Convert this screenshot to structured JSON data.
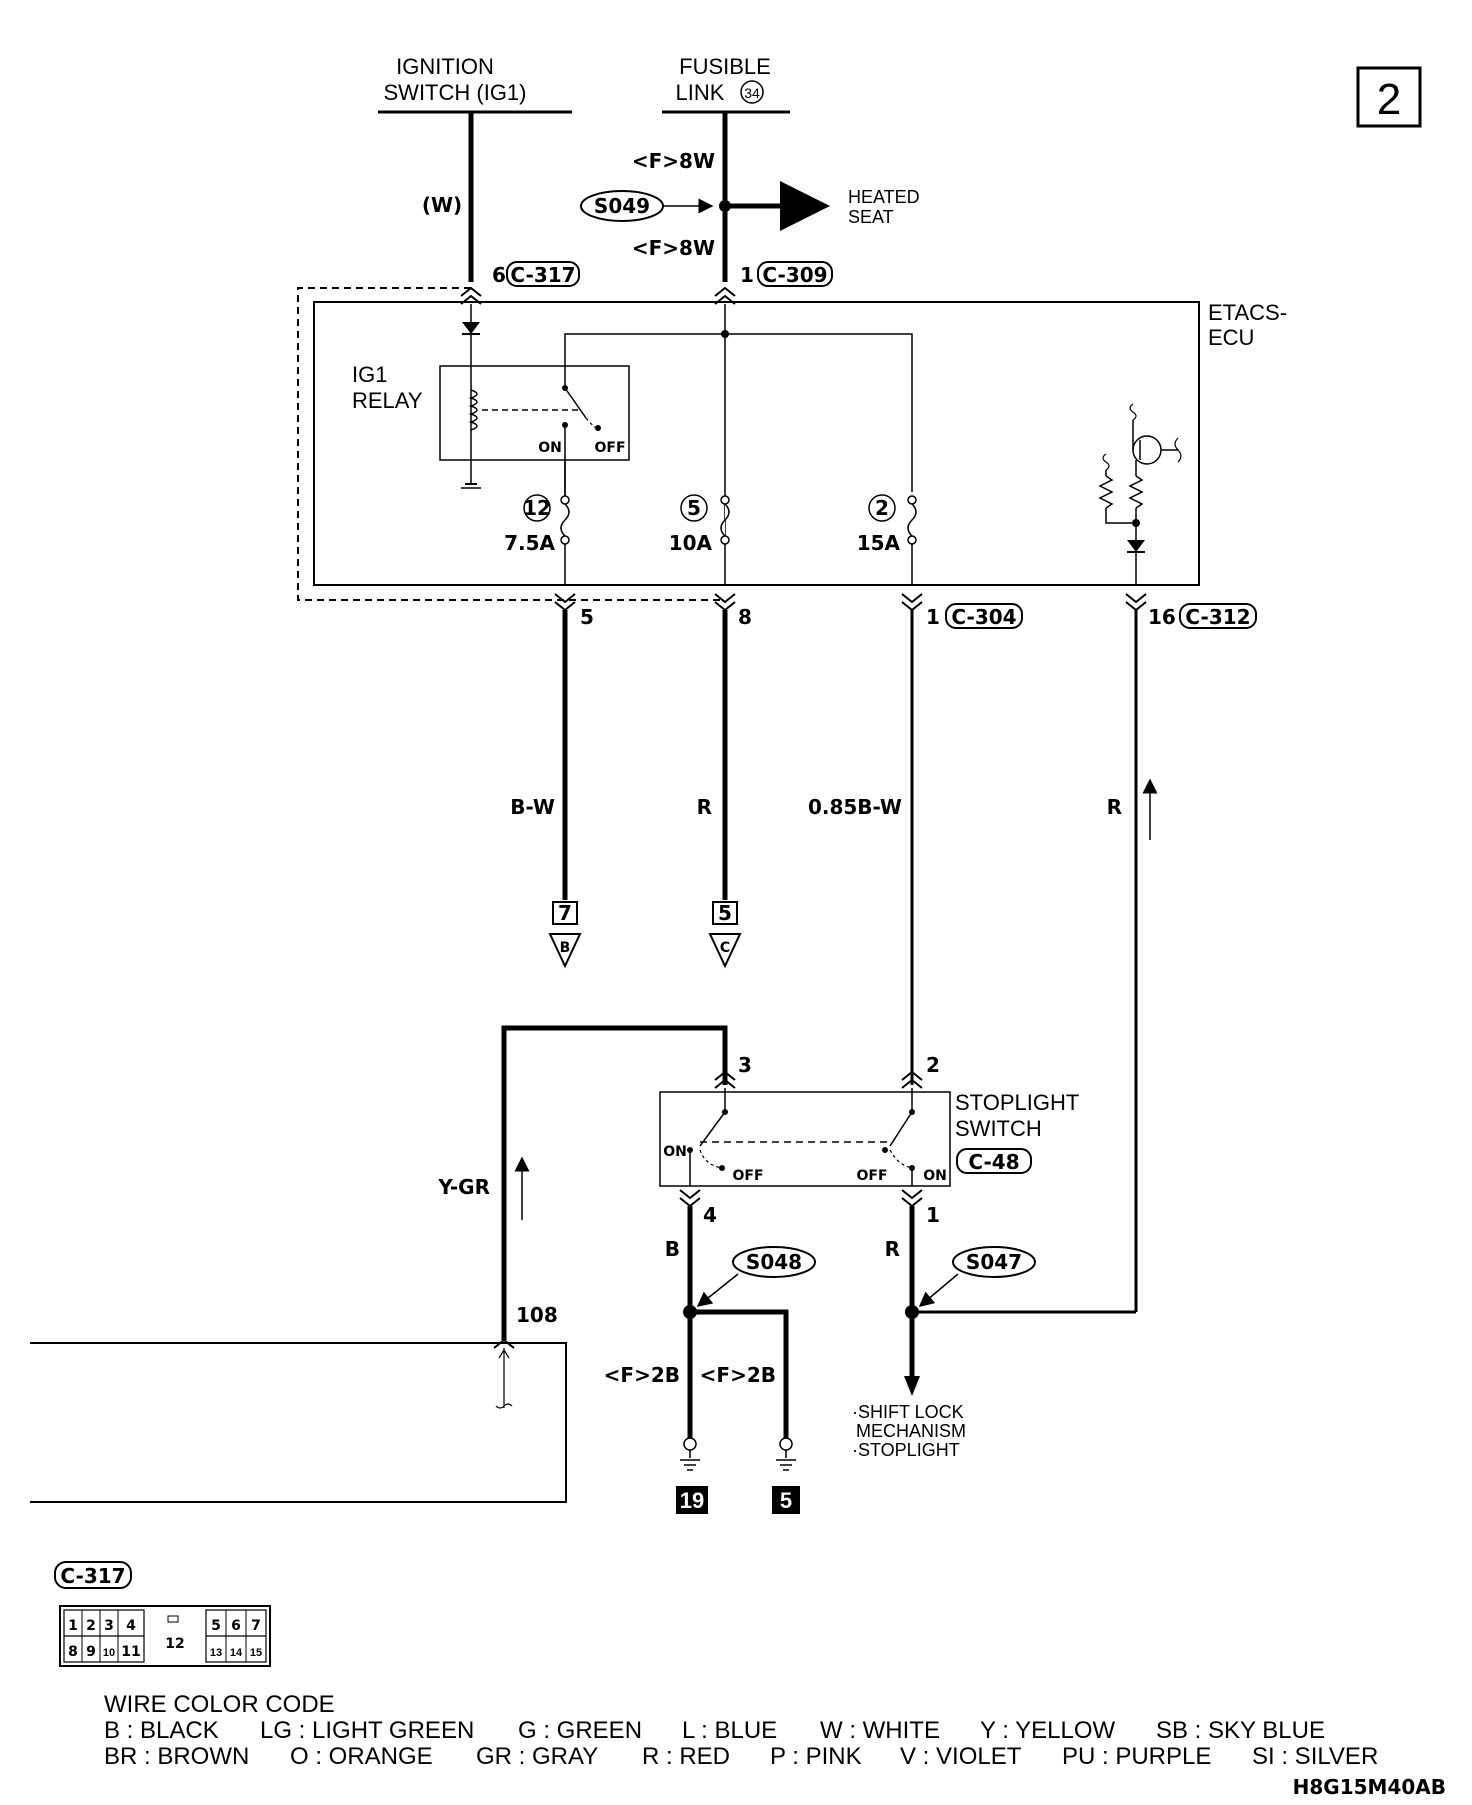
{
  "page_number": "2",
  "sources": {
    "ignition": [
      "IGNITION",
      "SWITCH (IG1)"
    ],
    "fusible": [
      "FUSIBLE",
      "LINK"
    ],
    "fusible_num": "34"
  },
  "wires": {
    "ign_wire": "(W)",
    "f8w_top": "<F>8W",
    "f8w_bottom": "<F>8W",
    "bw": "B-W",
    "r1": "R",
    "b085": "0.85B-W",
    "r2": "R",
    "ygr": "Y-GR",
    "b": "B",
    "r3": "R",
    "f2b_1": "<F>2B",
    "f2b_2": "<F>2B"
  },
  "splices": {
    "s049": "S049",
    "s048": "S048",
    "s047": "S047"
  },
  "heated_seat": [
    "HEATED",
    "SEAT"
  ],
  "connectors": {
    "c317": "C-317",
    "c309": "C-309",
    "c304": "C-304",
    "c312": "C-312",
    "c48": "C-48"
  },
  "pins": {
    "p6": "6",
    "p1_top": "1",
    "p5": "5",
    "p8": "8",
    "p1_bot": "1",
    "p16": "16",
    "p3": "3",
    "p2": "2",
    "p4": "4",
    "p1_sw": "1",
    "p108": "108"
  },
  "ecu": [
    "ETACS-",
    "ECU"
  ],
  "relay": [
    "IG1",
    "RELAY"
  ],
  "relay_on": "ON",
  "relay_off": "OFF",
  "fuses": [
    {
      "num": "12",
      "amp": "7.5A"
    },
    {
      "num": "5",
      "amp": "10A"
    },
    {
      "num": "2",
      "amp": "15A"
    }
  ],
  "refs": {
    "r7_num": "7",
    "r7_let": "B",
    "r5_num": "5",
    "r5_let": "C"
  },
  "stoplight": [
    "STOPLIGHT",
    "SWITCH"
  ],
  "sw_on_l": "ON",
  "sw_off_l": "OFF",
  "sw_off_r": "OFF",
  "sw_on_r": "ON",
  "shift_lock": [
    "·SHIFT LOCK",
    "MECHANISM",
    "·STOPLIGHT"
  ],
  "grounds": [
    "19",
    "5"
  ],
  "connector_view": {
    "title": "C-317",
    "row1": [
      "1",
      "2",
      "3",
      "4",
      "5",
      "6",
      "7"
    ],
    "row2": [
      "8",
      "9",
      "10",
      "11",
      "13",
      "14",
      "15"
    ],
    "center": "12"
  },
  "legend": {
    "title": "WIRE COLOR CODE",
    "row1": [
      "B : BLACK",
      "LG : LIGHT GREEN",
      "G : GREEN",
      "L : BLUE",
      "W : WHITE",
      "Y : YELLOW",
      "SB : SKY BLUE"
    ],
    "row2": [
      "BR : BROWN",
      "O : ORANGE",
      "GR : GRAY",
      "R : RED",
      "P : PINK",
      "V : VIOLET",
      "PU : PURPLE",
      "SI : SILVER"
    ]
  },
  "drawing_code": "H8G15M40AB"
}
